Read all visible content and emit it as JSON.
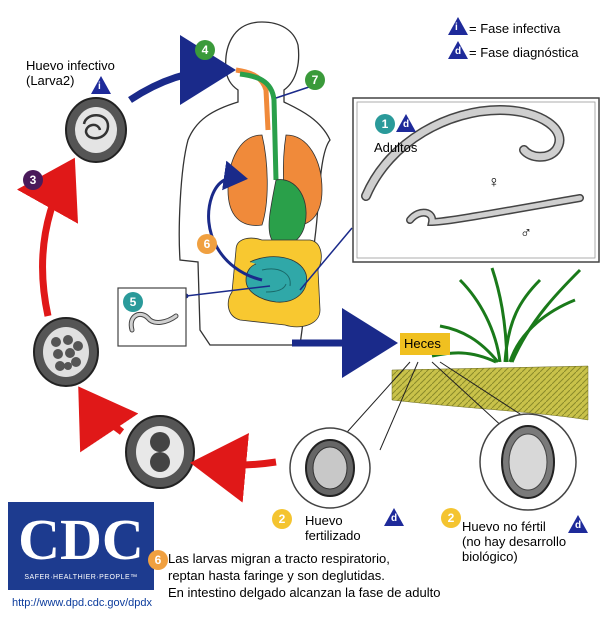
{
  "legend": {
    "infective": "= Fase infectiva",
    "diagnostic": "= Fase diagnóstica",
    "infective_symbol": "i",
    "diagnostic_symbol": "d"
  },
  "labels": {
    "infective_egg": "Huevo infectivo\n(Larva2)",
    "adults": "Adultos",
    "female_symbol": "♀",
    "male_symbol": "♂",
    "feces": "Heces",
    "fertilized_egg": "Huevo\nfertilizado",
    "infertile_egg": "Huevo no fértil\n(no hay desarrollo\nbiológico)"
  },
  "steps": {
    "s1": "1",
    "s2a": "2",
    "s2b": "2",
    "s3": "3",
    "s4": "4",
    "s5": "5",
    "s6a": "6",
    "s6b": "6",
    "s7": "7"
  },
  "caption": {
    "line1": "Las larvas migran a tracto respiratorio,",
    "line2": "reptan hasta faringe y son deglutidas.",
    "line3": "En intestino delgado alcanzan la fase de adulto"
  },
  "logo": {
    "text": "CDC",
    "tagline": "SAFER·HEALTHIER·PEOPLE™"
  },
  "url": "http://www.dpd.cdc.gov/dpdx",
  "colors": {
    "blue_arrow": "#1a2a8a",
    "red_arrow": "#e01818",
    "green_badge": "#3a9a3a",
    "teal_badge": "#2a9a9a",
    "purple_badge": "#4a1a5a",
    "orange_badge": "#f0a040",
    "yellow_badge": "#f4c430",
    "lungs": "#f08a3a",
    "stomach": "#2aa04a",
    "intestine_large": "#f8c830",
    "intestine_small": "#30a8a8",
    "feces_box": "#f0c020",
    "triangle": "#1e2a9a"
  }
}
